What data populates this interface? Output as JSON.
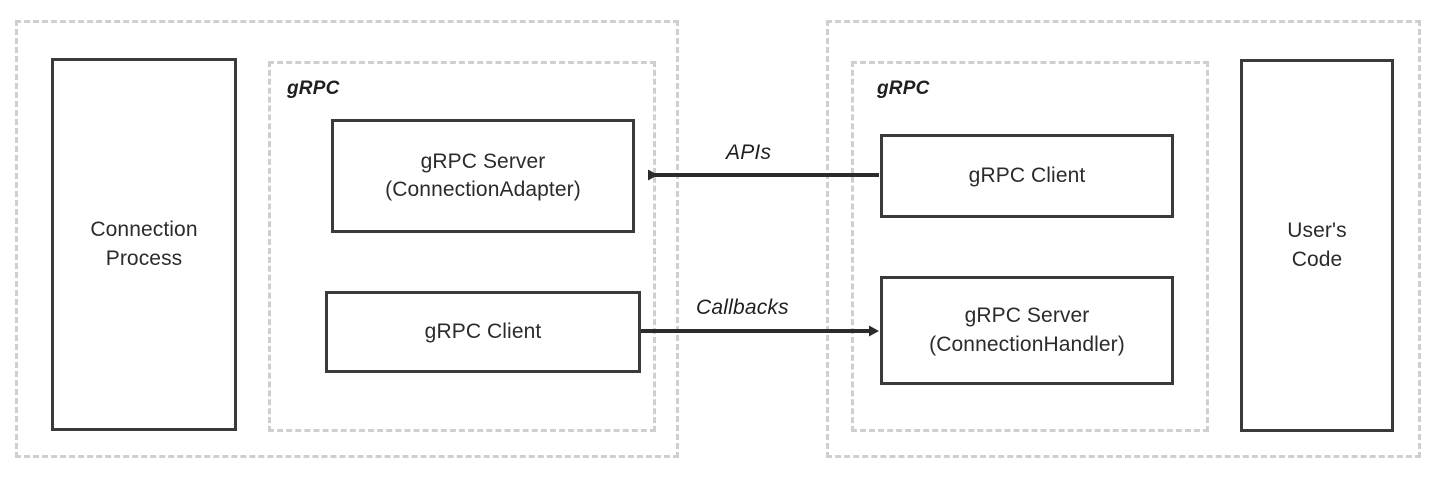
{
  "diagram": {
    "title": "gRPC Connection Process / User's Code architecture",
    "colors": {
      "dashed_border": "#cfcfcf",
      "solid_border": "#3a3a3a",
      "text": "#2b2b2b",
      "arrow": "#2b2b2b",
      "background": "#ffffff"
    },
    "zones": [
      {
        "id": "left-process",
        "label": ""
      },
      {
        "id": "left-grpc",
        "label": "gRPC"
      },
      {
        "id": "right-process",
        "label": ""
      },
      {
        "id": "right-grpc",
        "label": "gRPC"
      }
    ],
    "nodes": [
      {
        "id": "connection-process",
        "label": "Connection\nProcess"
      },
      {
        "id": "grpc-server-connection-adapter",
        "label": "gRPC Server\n(ConnectionAdapter)"
      },
      {
        "id": "grpc-client-left",
        "label": "gRPC Client"
      },
      {
        "id": "grpc-client-right",
        "label": "gRPC Client"
      },
      {
        "id": "grpc-server-connection-handler",
        "label": "gRPC Server\n(ConnectionHandler)"
      },
      {
        "id": "users-code",
        "label": "User's\nCode"
      }
    ],
    "edges": [
      {
        "id": "apis",
        "label": "APIs",
        "from": "grpc-client-right",
        "to": "grpc-server-connection-adapter",
        "direction": "right-to-left"
      },
      {
        "id": "callbacks",
        "label": "Callbacks",
        "from": "grpc-client-left",
        "to": "grpc-server-connection-handler",
        "direction": "left-to-right"
      }
    ]
  }
}
